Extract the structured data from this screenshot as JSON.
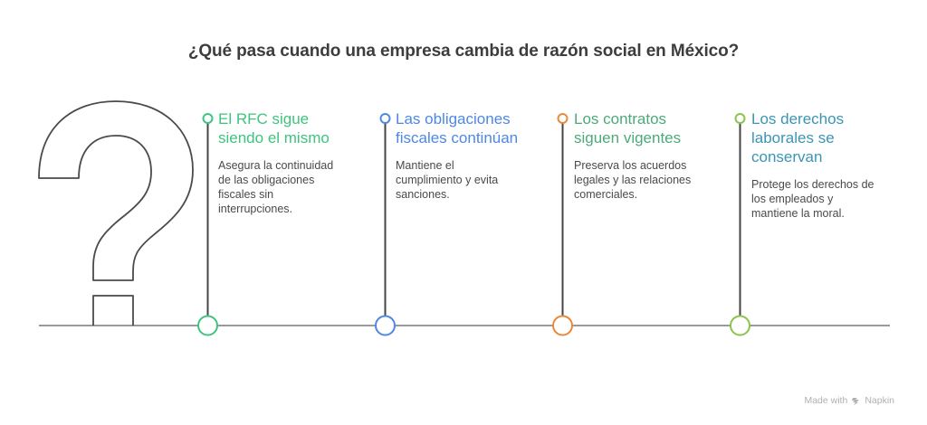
{
  "title": "¿Qué pasa cuando una empresa cambia de razón social en México?",
  "diagram": {
    "type": "timeline",
    "icon": "question-mark-icon",
    "items": [
      {
        "heading": "El RFC sigue siendo el mismo",
        "heading_lines": [
          "El RFC sigue",
          "siendo el mismo"
        ],
        "description_lines": [
          "Asegura la continuidad",
          "de las obligaciones",
          "fiscales sin",
          "interrupciones."
        ],
        "heading_color": "#3ec47e",
        "marker_color": "#3ec47e"
      },
      {
        "heading": "Las obligaciones fiscales continúan",
        "heading_lines": [
          "Las obligaciones",
          "fiscales continúan"
        ],
        "description_lines": [
          "Mantiene el",
          "cumplimiento y evita",
          "sanciones."
        ],
        "heading_color": "#4d88e6",
        "marker_color": "#4d88e6"
      },
      {
        "heading": "Los contratos siguen vigentes",
        "heading_lines": [
          "Los contratos",
          "siguen vigentes"
        ],
        "description_lines": [
          "Preserva los acuerdos",
          "legales y las relaciones",
          "comerciales."
        ],
        "heading_color": "#4caa79",
        "marker_color": "#e8893a"
      },
      {
        "heading": "Los derechos laborales se conservan",
        "heading_lines": [
          "Los derechos",
          "laborales se",
          "conservan"
        ],
        "description_lines": [
          "Protege los derechos de",
          "los empleados y",
          "mantiene la moral."
        ],
        "heading_color": "#3a95b5",
        "marker_color": "#8cc34a"
      }
    ]
  },
  "footer": {
    "made_with": "Made with",
    "brand": "Napkin",
    "brand_icon": "napkin-logo-icon"
  }
}
